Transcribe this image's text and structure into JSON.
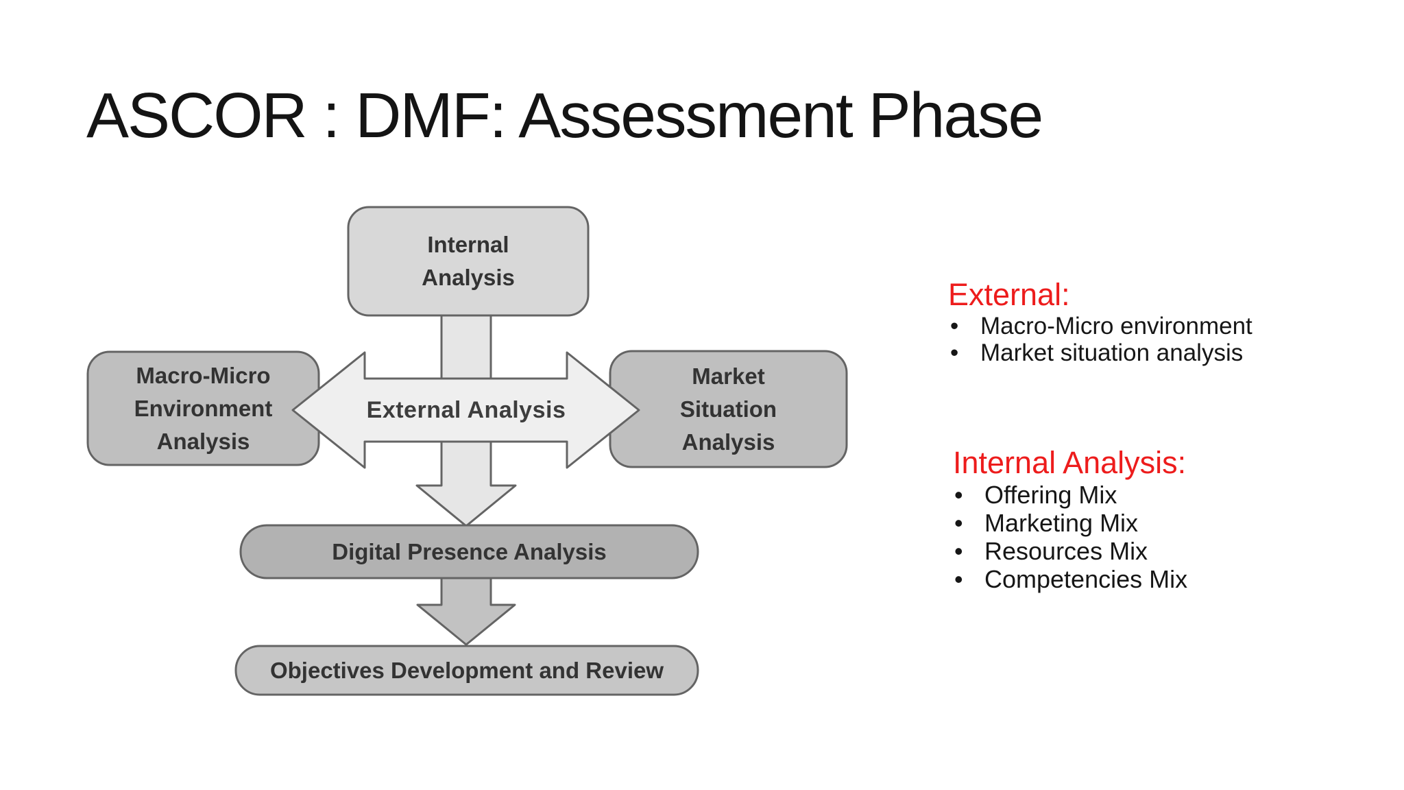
{
  "slide": {
    "title": "ASCOR : DMF: Assessment Phase",
    "background": "#ffffff"
  },
  "diagram": {
    "boxes": {
      "internal": {
        "lines": [
          "Internal",
          "Analysis"
        ]
      },
      "macro_micro": {
        "lines": [
          "Macro-Micro",
          "Environment",
          "Analysis"
        ]
      },
      "market_situation": {
        "lines": [
          "Market",
          "Situation",
          "Analysis"
        ]
      },
      "digital_presence": {
        "label": "Digital Presence Analysis"
      },
      "objectives": {
        "label": "Objectives Development and Review"
      }
    },
    "arrows": {
      "external_label": "External Analysis"
    },
    "colors": {
      "internal_fill": "#d8d8d8",
      "side_box_fill": "#bfbfbf",
      "digital_fill": "#b2b2b2",
      "objectives_fill": "#c6c6c6",
      "h_arrow_fill": "#efefef",
      "v_arrow_top_fill": "#e6e6e6",
      "v_arrow_bottom_fill": "#c2c2c2",
      "outline": "#646464",
      "box_text": "#333333"
    }
  },
  "sidebar": {
    "heading_color": "#ed1c1c",
    "bullet_char": "•",
    "external": {
      "heading": "External:",
      "bullets": [
        "Macro-Micro environment",
        "Market situation analysis"
      ]
    },
    "internal": {
      "heading": "Internal Analysis:",
      "bullets": [
        "Offering Mix",
        "Marketing Mix",
        "Resources Mix",
        "Competencies Mix"
      ]
    }
  }
}
